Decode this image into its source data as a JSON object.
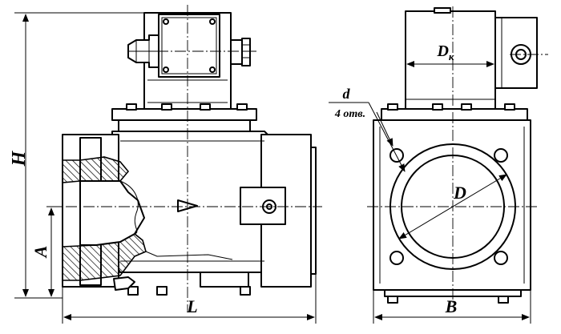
{
  "labels": {
    "height_total": "H",
    "axis_height": "A",
    "length": "L",
    "width": "B",
    "bore": "D",
    "hole_d": "d",
    "holes_count": "4 отв.",
    "cable_dia_main": "D",
    "cable_dia_sub": "к"
  }
}
